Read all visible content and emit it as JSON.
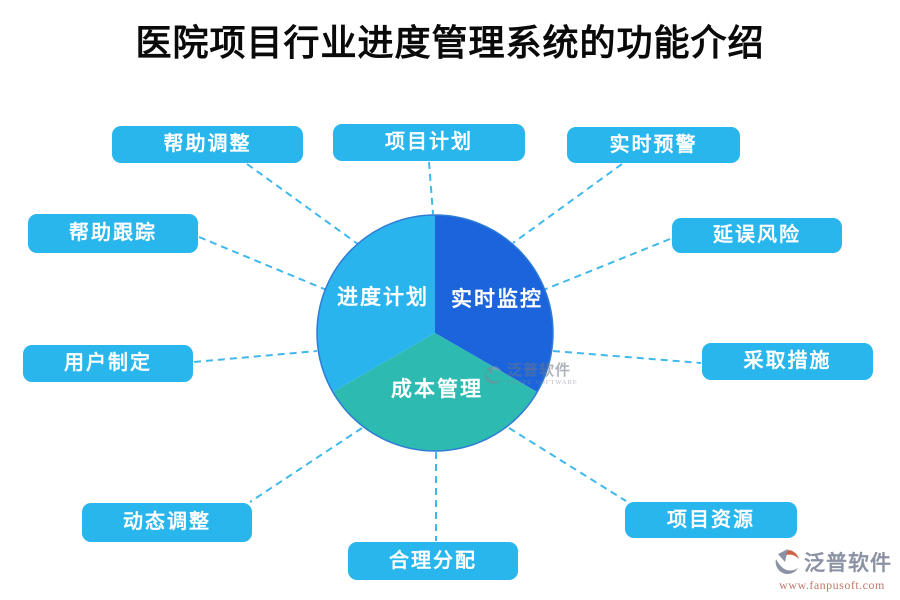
{
  "title": "医院项目行业进度管理系统的功能介绍",
  "chart_data": {
    "type": "pie",
    "title": "医院项目行业进度管理系统的功能介绍",
    "categories": [
      "实时监控",
      "成本管理",
      "进度计划"
    ],
    "values": [
      33.3,
      33.3,
      33.3
    ],
    "colors": [
      "#1b64dc",
      "#2dbab0",
      "#2ab4ee"
    ],
    "legend_position": "none",
    "annotations": [
      "帮助调整",
      "项目计划",
      "实时预警",
      "帮助跟踪",
      "延误风险",
      "用户制定",
      "采取措施",
      "动态调整",
      "合理分配",
      "项目资源"
    ]
  },
  "pie": {
    "slices": [
      {
        "label": "实时监控",
        "color": "#1b64dc"
      },
      {
        "label": "成本管理",
        "color": "#2dbab0"
      },
      {
        "label": "进度计划",
        "color": "#2ab4ee"
      }
    ]
  },
  "nodes": [
    {
      "label": "帮助调整"
    },
    {
      "label": "项目计划"
    },
    {
      "label": "实时预警"
    },
    {
      "label": "帮助跟踪"
    },
    {
      "label": "延误风险"
    },
    {
      "label": "用户制定"
    },
    {
      "label": "采取措施"
    },
    {
      "label": "动态调整"
    },
    {
      "label": "合理分配"
    },
    {
      "label": "项目资源"
    }
  ],
  "watermark": {
    "name": "泛普软件",
    "subname": "FANPU SOFTWARE"
  },
  "logo": {
    "name": "泛普软件",
    "url": "www.fanpusoft.com"
  },
  "colors": {
    "node_bg": "#29b6ec",
    "connector": "#3fb9ec",
    "pie_outline": "#2f7cd6",
    "brand_gray": "#8b92a3",
    "brand_red": "#c4756a"
  }
}
